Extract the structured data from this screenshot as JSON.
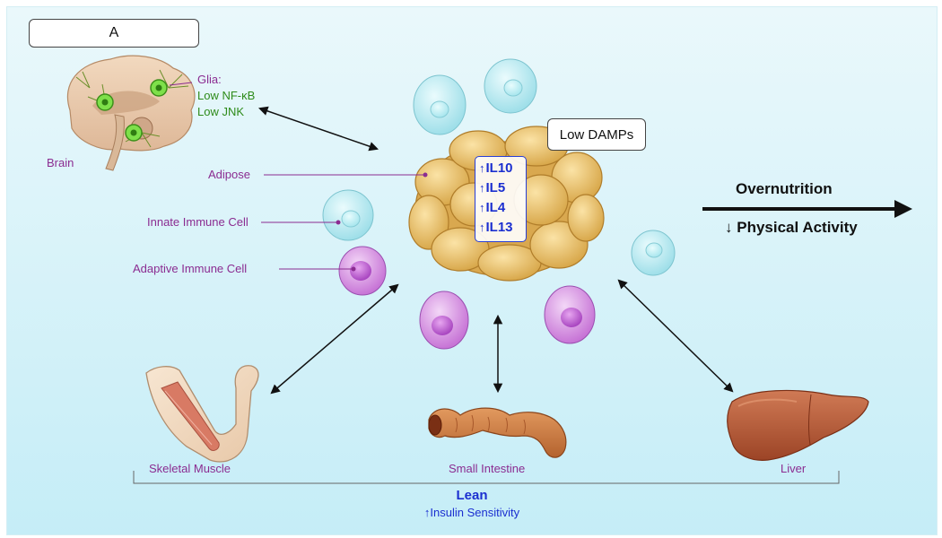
{
  "panel_label": "A",
  "glia": {
    "title": "Glia:",
    "line1": "Low NF-κB",
    "line2": "Low JNK"
  },
  "labels": {
    "brain": "Brain",
    "adipose": "Adipose",
    "innate": "Innate Immune Cell",
    "adaptive": "Adaptive Immune Cell",
    "muscle": "Skeletal Muscle",
    "intestine": "Small Intestine",
    "liver": "Liver"
  },
  "damps": "Low DAMPs",
  "cytokines": [
    "IL10",
    "IL5",
    "IL4",
    "IL13"
  ],
  "arrow_symbol": "↑",
  "down_symbol": "↓",
  "overnutrition": "Overnutrition",
  "physical_activity": "Physical Activity",
  "lean": "Lean",
  "insulin": "Insulin Sensitivity",
  "colors": {
    "label_purple": "#8b2c91",
    "glia_green": "#2e8b1a",
    "cytokine_blue": "#1b2fd0",
    "innate_cell": "#a9e6ee",
    "adaptive_cell": "#c77ad8",
    "adipose": "#e4b65a"
  }
}
